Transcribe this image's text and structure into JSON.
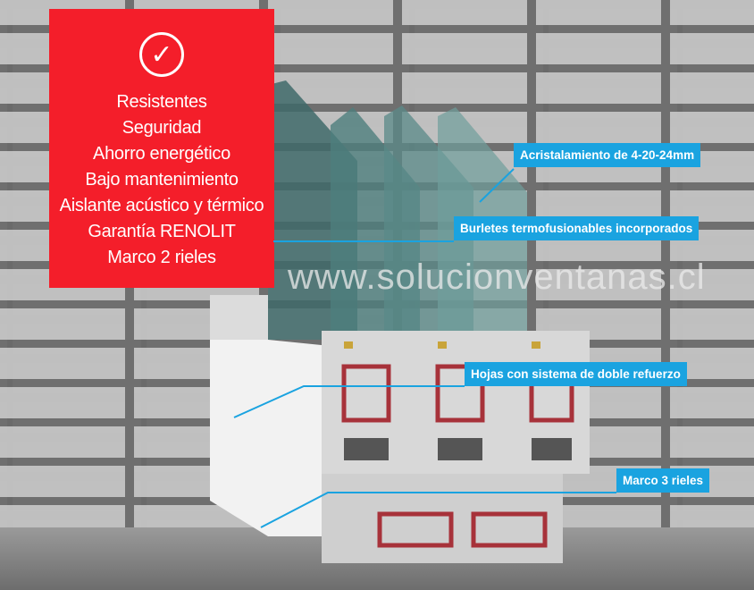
{
  "features": {
    "icon": "check-circle-icon",
    "items": [
      "Resistentes",
      "Seguridad",
      "Ahorro energético",
      "Bajo mantenimiento",
      "Aislante acústico y térmico",
      "Garantía RENOLIT",
      "Marco 2 rieles"
    ]
  },
  "watermark": "www.solucionventanas.cl",
  "callouts": {
    "glazing": "Acristalamiento de 4-20-24mm",
    "seals": "Burletes termofusionables incorporados",
    "sashes": "Hojas con sistema de doble refuerzo",
    "frame": "Marco 3 rieles"
  },
  "colors": {
    "red": "#f41e2a",
    "callout_blue": "#1aa3e0"
  }
}
